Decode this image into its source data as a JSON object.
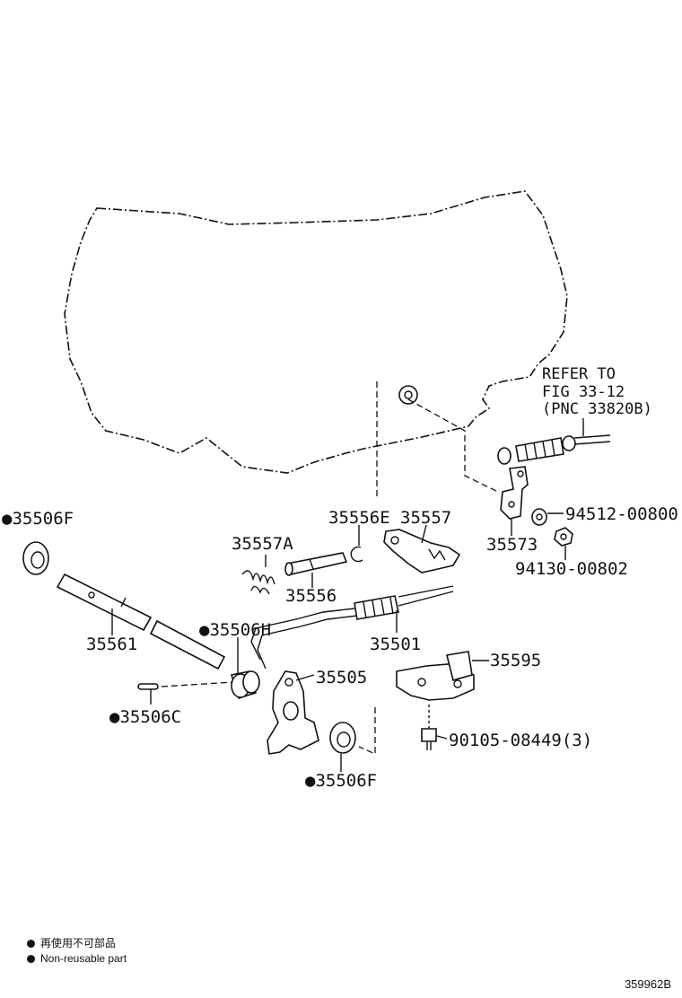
{
  "parts": {
    "p35506F_top": "●35506F",
    "p35506F_bottom": "●35506F",
    "p35561": "35561",
    "p35506H": "●35506H",
    "p35506C": "●35506C",
    "p35505": "35505",
    "p35557A": "35557A",
    "p35556": "35556",
    "p35556E": "35556E",
    "p35557": "35557",
    "p35501": "35501",
    "p35573": "35573",
    "p94512": "94512-00800",
    "p94130": "94130-00802",
    "p35595": "35595",
    "p90105": "90105-08449(3)"
  },
  "reference": {
    "line1": "REFER TO",
    "line2": "FIG 33-12",
    "line3": "(PNC 33820B)"
  },
  "legend": {
    "japanese": "再使用不可部品",
    "english": "Non-reusable part"
  },
  "figure_code": "359962B"
}
